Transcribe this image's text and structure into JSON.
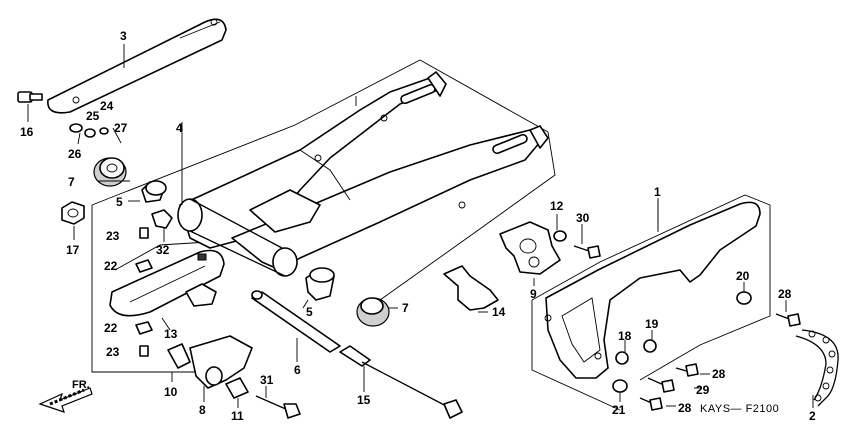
{
  "callouts": {
    "c1": "1",
    "c2": "2",
    "c3": "3",
    "c4": "4",
    "c5a": "5",
    "c5b": "5",
    "c6": "6",
    "c7a": "7",
    "c7b": "7",
    "c8": "8",
    "c9": "9",
    "c10": "10",
    "c11": "11",
    "c12": "12",
    "c13": "13",
    "c14": "14",
    "c15": "15",
    "c16": "16",
    "c17": "17",
    "c18": "18",
    "c19": "19",
    "c20": "20",
    "c21": "21",
    "c22a": "22",
    "c22b": "22",
    "c23a": "23",
    "c23b": "23",
    "c24": "24",
    "c25": "25",
    "c26": "26",
    "c27": "27",
    "c28a": "28",
    "c28b": "28",
    "c28c": "28",
    "c29": "29",
    "c30": "30",
    "c31": "31",
    "c32": "32"
  },
  "direction_label": "FR.",
  "diagram_code": "KAYS— F2100"
}
